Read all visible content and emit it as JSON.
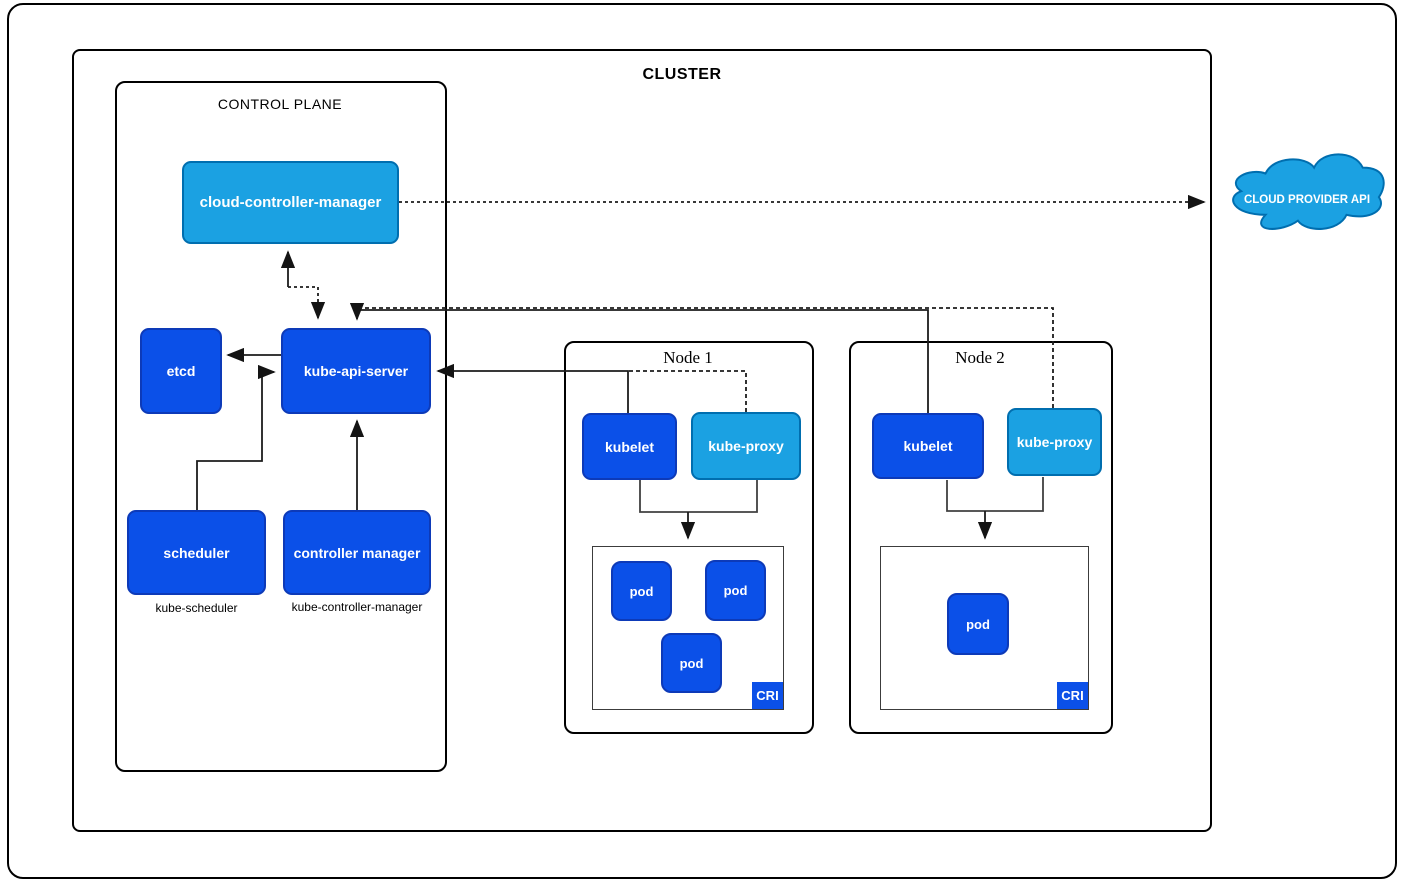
{
  "colors": {
    "dark_blue": "#0b50e8",
    "dark_blue_border": "#0d3ab8",
    "light_blue": "#1ba1e2",
    "light_blue_border": "#006eaf",
    "line": "#1c1c1c",
    "line_gray": "#404040",
    "cri_border": "#3c3c3c"
  },
  "cluster": {
    "title": "CLUSTER"
  },
  "control_plane": {
    "title": "CONTROL PLANE",
    "cloud_controller_manager": "cloud-controller-manager",
    "etcd": "etcd",
    "kube_api_server": "kube-api-server",
    "scheduler": "scheduler",
    "scheduler_caption": "kube-scheduler",
    "controller_manager": "controller manager",
    "controller_manager_caption": "kube-controller-manager"
  },
  "nodes": [
    {
      "title": "Node 1",
      "kubelet": "kubelet",
      "kube_proxy": "kube-proxy",
      "cri": "CRI",
      "pods": [
        "pod",
        "pod",
        "pod"
      ]
    },
    {
      "title": "Node 2",
      "kubelet": "kubelet",
      "kube_proxy": "kube-proxy",
      "cri": "CRI",
      "pods": [
        "pod"
      ]
    }
  ],
  "cloud": {
    "label": "CLOUD PROVIDER API"
  }
}
